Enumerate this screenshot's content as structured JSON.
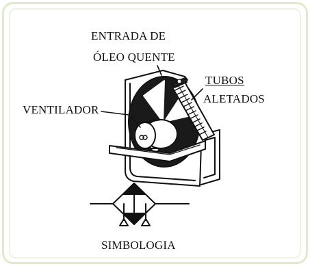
{
  "labels": {
    "entrada_line1": "ENTRADA DE",
    "entrada_line2": "ÓLEO QUENTE",
    "tubos": "TUBOS",
    "aletados": "ALETADOS",
    "ventilador": "VENTILADOR",
    "simbologia": "SIMBOLOGIA"
  },
  "colors": {
    "frame": "#dfeac8",
    "ink": "#111111"
  }
}
